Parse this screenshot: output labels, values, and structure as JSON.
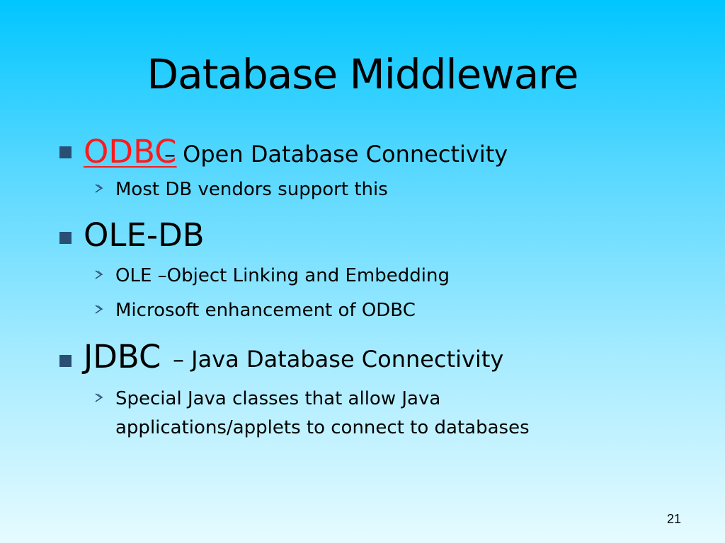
{
  "slide": {
    "title": "Database Middleware",
    "page_number": "21",
    "bullets": [
      {
        "term": "ODBC",
        "rest": "– Open Database Connectivity",
        "term_style": "red-underlined",
        "sub": [
          "Most DB vendors support this"
        ]
      },
      {
        "term": "OLE-DB",
        "rest": "",
        "sub": [
          "OLE –Object Linking and Embedding",
          "Microsoft enhancement of ODBC"
        ]
      },
      {
        "term": "JDBC",
        "rest": "– Java Database Connectivity",
        "sub": [
          "Special Java classes that allow Java",
          "applications/applets to connect to databases"
        ]
      }
    ]
  },
  "colors": {
    "background_top": "#00c6ff",
    "background_bottom": "#e6fbff",
    "bullet_square": "#2a4f74",
    "odbc_highlight": "#ff1a1a",
    "arrow": "#2a4f74"
  },
  "icons": {
    "level1_bullet": "square-bullet-icon",
    "level2_bullet": "arrow-bullet-icon"
  }
}
